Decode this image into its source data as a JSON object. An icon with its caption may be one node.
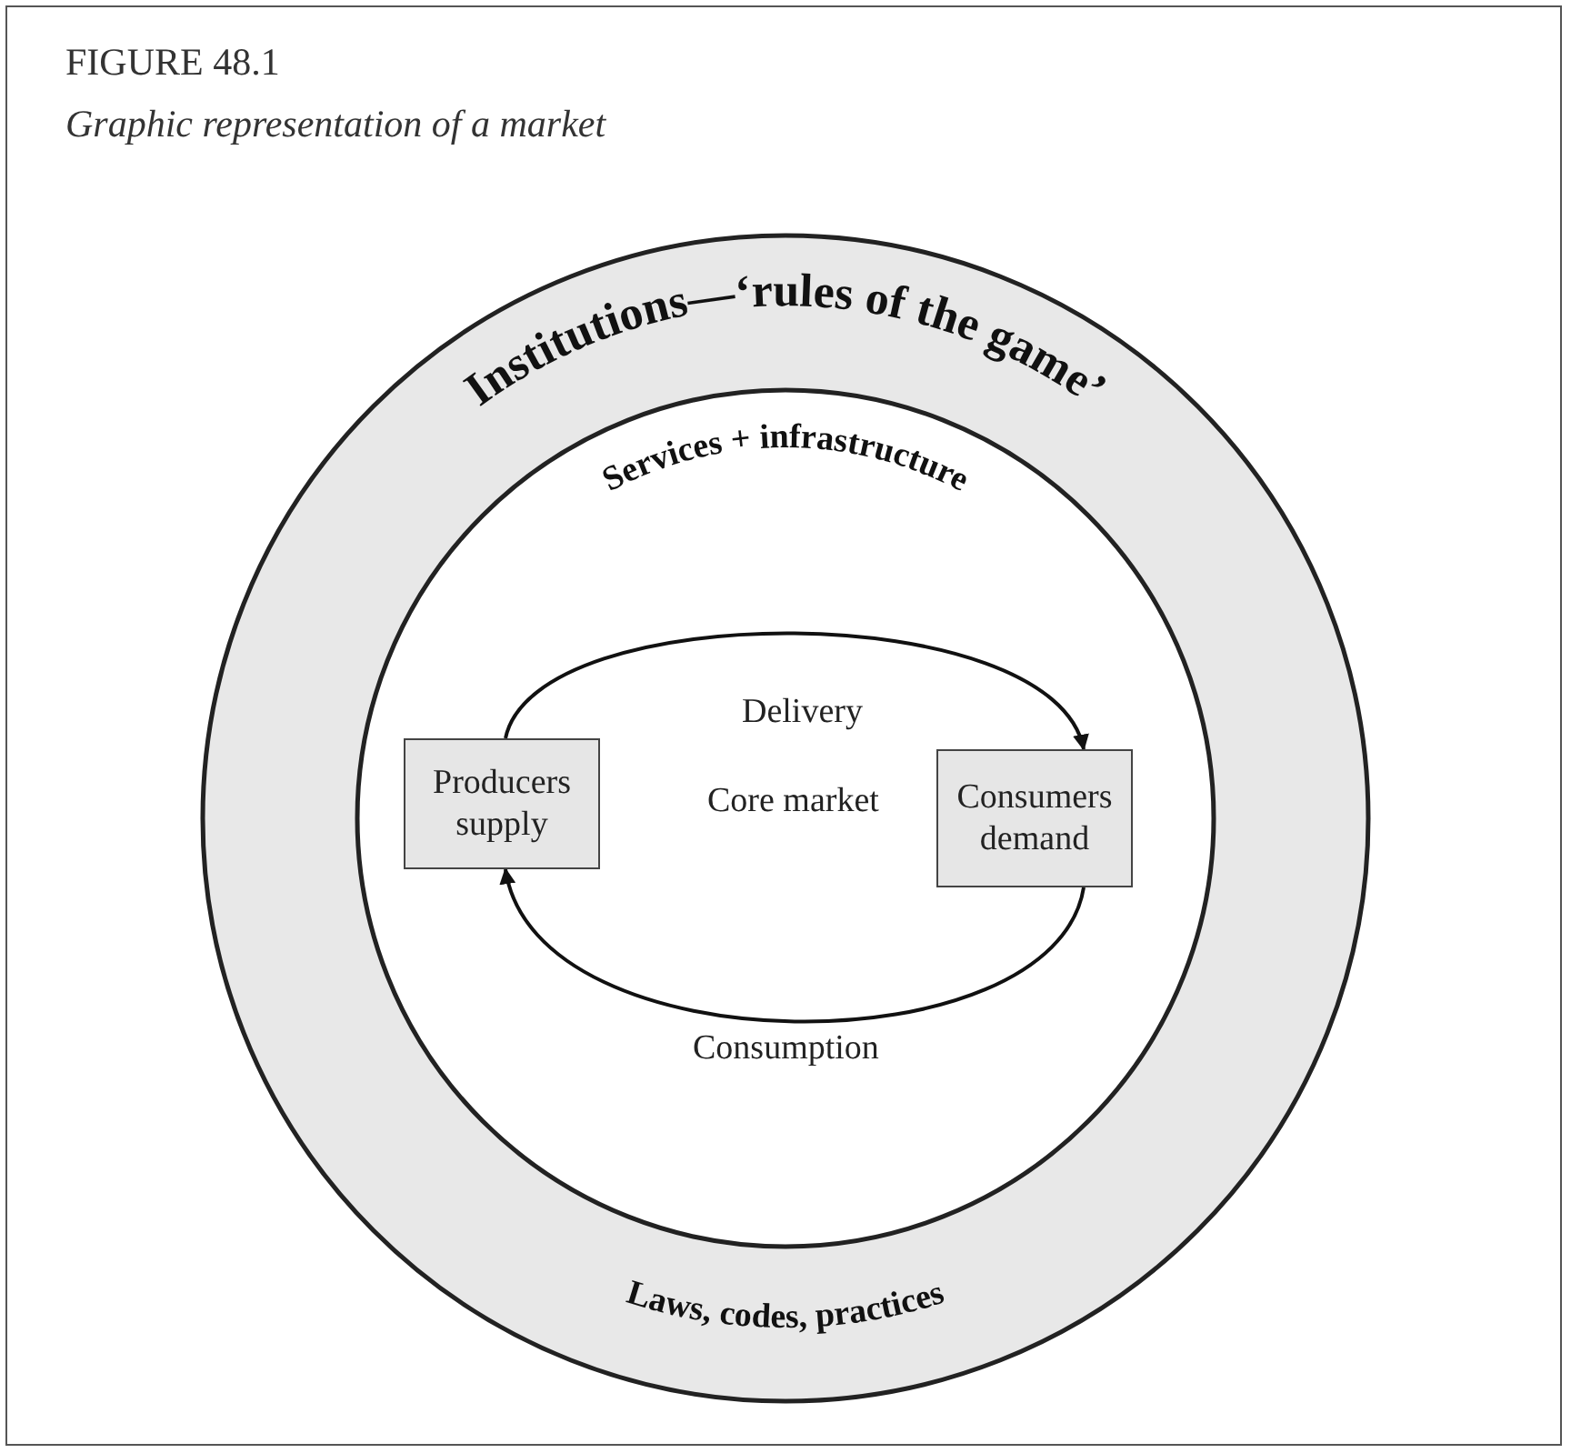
{
  "diagram": {
    "title": "FIGURE 48.1",
    "caption": "Graphic representation of a market",
    "nodes": [
      {
        "text": [
          "Institutions—‘rules of the game’",
          "Laws, codes, practices"
        ]
      },
      {
        "text": [
          "Services + infrastructure"
        ],
        "in": 0
      },
      {
        "text": [
          "Producers supply"
        ],
        "in": 1
      },
      {
        "text": [
          "Consumers demand"
        ],
        "in": 1
      }
    ],
    "edges": [
      {
        "from": 2,
        "to": 3,
        "arrow": "to",
        "label": "Delivery"
      },
      {
        "from": 3,
        "to": 2,
        "arrow": "to",
        "label": "Consumption"
      }
    ],
    "labels": [
      "Core market"
    ]
  }
}
